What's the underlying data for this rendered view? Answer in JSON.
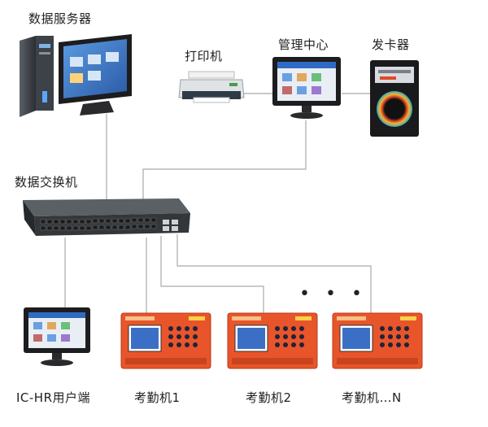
{
  "labels": {
    "server": "数据服务器",
    "printer": "打印机",
    "management": "管理中心",
    "card_issuer": "发卡器",
    "switch": "数据交换机",
    "client": "IC-HR用户端",
    "attendance_1": "考勤机1",
    "attendance_2": "考勤机2",
    "attendance_n": "考勤机…N",
    "ellipsis": "• • •"
  },
  "colors": {
    "line": "#a9a9a9",
    "terminal_orange": "#e8552a",
    "terminal_screen": "#3b6fc6",
    "switch_body": "#3a3d3f",
    "monitor_bezel": "#1d1d1f",
    "screen_blue": "#2f6bc4"
  },
  "icons": {
    "server": "desktop-server-icon",
    "printer": "printer-icon",
    "monitor": "monitor-icon",
    "card_issuer": "card-reader-icon",
    "switch": "network-switch-icon",
    "terminal": "attendance-terminal-icon"
  }
}
